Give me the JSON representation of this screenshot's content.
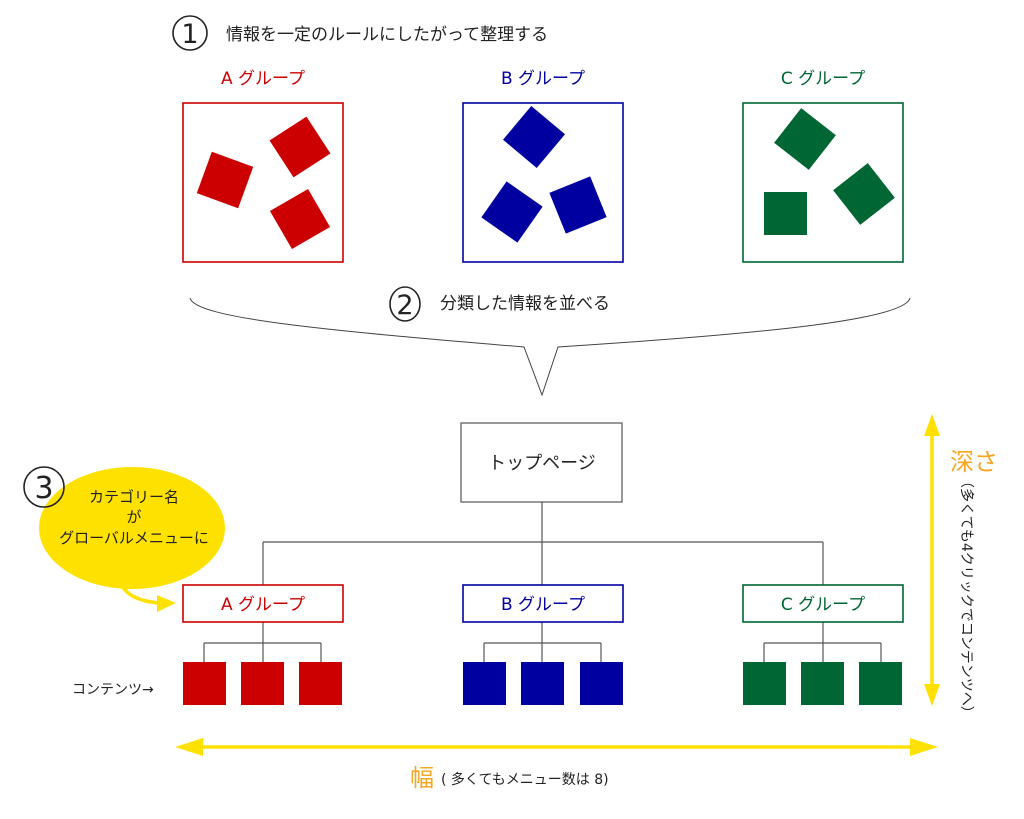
{
  "colors": {
    "group_a": "#cc0000",
    "group_b": "#0000a0",
    "group_c": "#006633",
    "yellow": "#ffe100",
    "orange_label": "#f5a623",
    "line": "#555555",
    "text": "#222222"
  },
  "step1": {
    "number": "1",
    "text": "情報を一定のルールにしたがって整理する"
  },
  "groups": [
    {
      "label": "A グループ"
    },
    {
      "label": "B グループ"
    },
    {
      "label": "C グループ"
    }
  ],
  "step2": {
    "number": "2",
    "text": "分類した情報を並べる"
  },
  "hierarchy": {
    "top_page": "トップページ",
    "group_nodes": [
      "A グループ",
      "B グループ",
      "C グループ"
    ],
    "contents_label": "コンテンツ→",
    "contents_per_group": 3
  },
  "step3": {
    "number": "3",
    "lines": [
      "カテゴリー名",
      "が",
      "グローバルメニューに"
    ]
  },
  "depth": {
    "title": "深さ",
    "note": "（多くても4クリックでコンテンツへ）"
  },
  "width": {
    "title": "幅",
    "note": "( 多くてもメニュー数は 8)"
  }
}
